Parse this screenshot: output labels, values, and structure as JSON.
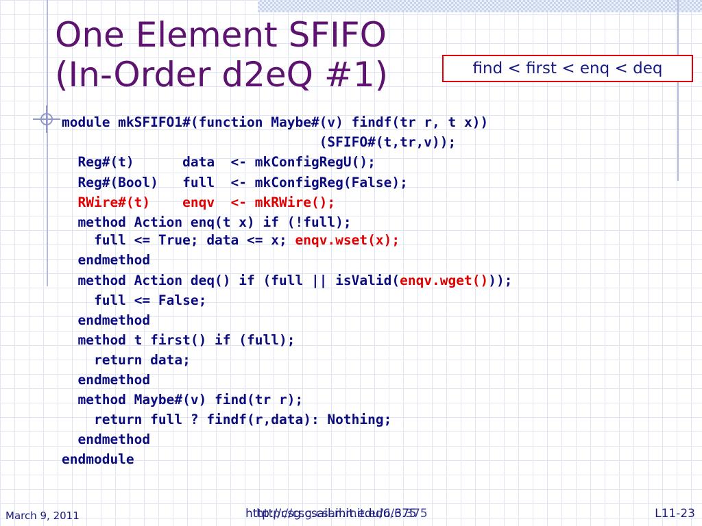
{
  "slide": {
    "title_line1": "One Element SFIFO",
    "title_line2": "(In-Order d2eQ #1)",
    "callout": "find < first < enq < deq"
  },
  "code_lines": [
    [
      {
        "text": "module mkSFIFO1#(function Maybe#(v) findf(tr r, t x))",
        "color": "blue"
      }
    ],
    [
      {
        "text": "                                (SFIFO#(t,tr,v));",
        "color": "blue"
      }
    ],
    [
      {
        "text": "  Reg#(t)      data  <- mkConfigRegU();",
        "color": "blue"
      }
    ],
    [
      {
        "text": "  Reg#(Bool)   full  <- mkConfigReg(False);",
        "color": "blue"
      }
    ],
    [
      {
        "text": "  RWire#(t)    enqv  <- mkRWire();",
        "color": "red"
      }
    ],
    [
      {
        "text": "  method Action enq(t x) if (!full);",
        "color": "blue"
      }
    ],
    [
      {
        "text": "    full <= True; data <= x; ",
        "color": "blue"
      },
      {
        "text": "enqv.wset(x);",
        "color": "red"
      }
    ],
    [
      {
        "text": "  endmethod",
        "color": "blue"
      }
    ],
    [
      {
        "text": "  method Action deq() if (full || isValid(",
        "color": "blue"
      },
      {
        "text": "enqv.wget()",
        "color": "red"
      },
      {
        "text": "));",
        "color": "blue"
      }
    ],
    [
      {
        "text": "    full <= False;",
        "color": "blue"
      }
    ],
    [
      {
        "text": "  endmethod",
        "color": "blue"
      }
    ],
    [
      {
        "text": "  method t first() if (full);",
        "color": "blue"
      }
    ],
    [
      {
        "text": "    return data;",
        "color": "blue"
      }
    ],
    [
      {
        "text": "  endmethod",
        "color": "blue"
      }
    ],
    [
      {
        "text": "  method Maybe#(v) find(tr r);",
        "color": "blue"
      }
    ],
    [
      {
        "text": "    return full ? findf(r,data): Nothing;",
        "color": "blue"
      }
    ],
    [
      {
        "text": "  endmethod",
        "color": "blue"
      }
    ],
    [
      {
        "text": "endmodule",
        "color": "blue"
      }
    ]
  ],
  "footer": {
    "date": "March 9, 2011",
    "url": "http://csg.csail.mit.edu/6.375",
    "page": "L11-23"
  },
  "colors": {
    "title": "#5e1370",
    "code": "#0b0b80",
    "highlight": "#e00000",
    "callout_border": "#e0000a",
    "grid": "#dfe3f2"
  }
}
